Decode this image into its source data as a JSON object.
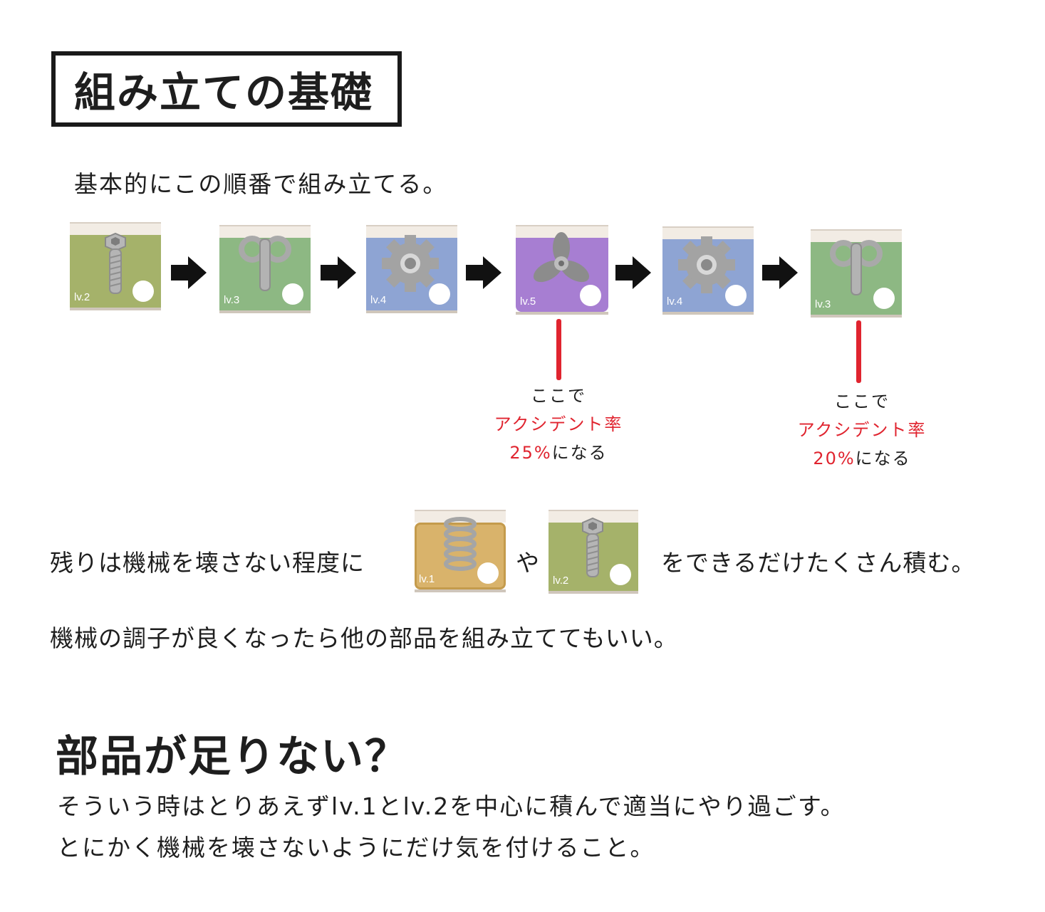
{
  "title": "組み立ての基礎",
  "intro": "基本的にこの順番で組み立てる。",
  "sequence": [
    {
      "icon": "bolt-icon",
      "level": "lv.2",
      "color": "#a5b26a"
    },
    {
      "icon": "wind-key-icon",
      "level": "lv.3",
      "color": "#8db883"
    },
    {
      "icon": "gear-icon",
      "level": "lv.4",
      "color": "#8ea4d3"
    },
    {
      "icon": "fan-icon",
      "level": "lv.5",
      "color": "#a77ed2"
    },
    {
      "icon": "gear-icon",
      "level": "lv.4",
      "color": "#8ea4d3"
    },
    {
      "icon": "wind-key-icon",
      "level": "lv.3",
      "color": "#8db883"
    }
  ],
  "notes": [
    {
      "line1": "ここで",
      "line2": "アクシデント率",
      "pct": "25%",
      "suffix": "になる"
    },
    {
      "line1": "ここで",
      "line2": "アクシデント率",
      "pct": "20%",
      "suffix": "になる"
    }
  ],
  "rest_text": "残りは機械を壊さない程度に",
  "ya": "や",
  "tsumu_text": "をできるだけたくさん積む。",
  "rest_parts": [
    {
      "icon": "spring-icon",
      "level": "lv.1",
      "color": "#d9b36b"
    },
    {
      "icon": "bolt-icon",
      "level": "lv.2",
      "color": "#a5b26a"
    }
  ],
  "condition_text": "機械の調子が良くなったら他の部品を組み立ててもいい。",
  "heading2": "部品が足りない？",
  "tip_line1": "そういう時はとりあえずlv.1とlv.2を中心に積んで適当にやり過ごす。",
  "tip_line2": "とにかく機械を壊さないようにだけ気を付けること。",
  "accent_color": "#e0242f"
}
